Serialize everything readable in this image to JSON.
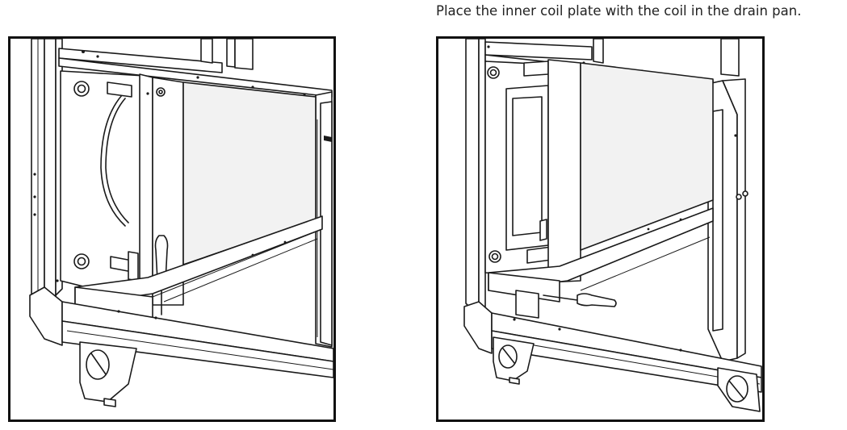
{
  "instruction": {
    "text": "Place the inner coil plate with the coil in the drain pan."
  },
  "panels": [
    {
      "id": "left",
      "icons": [
        "unit-frame",
        "coil-plate",
        "coil",
        "drain-pan",
        "screwdriver",
        "pipe-connection",
        "support-foot"
      ]
    },
    {
      "id": "right",
      "icons": [
        "unit-frame",
        "coil-plate",
        "coil",
        "drain-pan",
        "screwdriver",
        "pipe-connection",
        "support-foot"
      ]
    }
  ]
}
